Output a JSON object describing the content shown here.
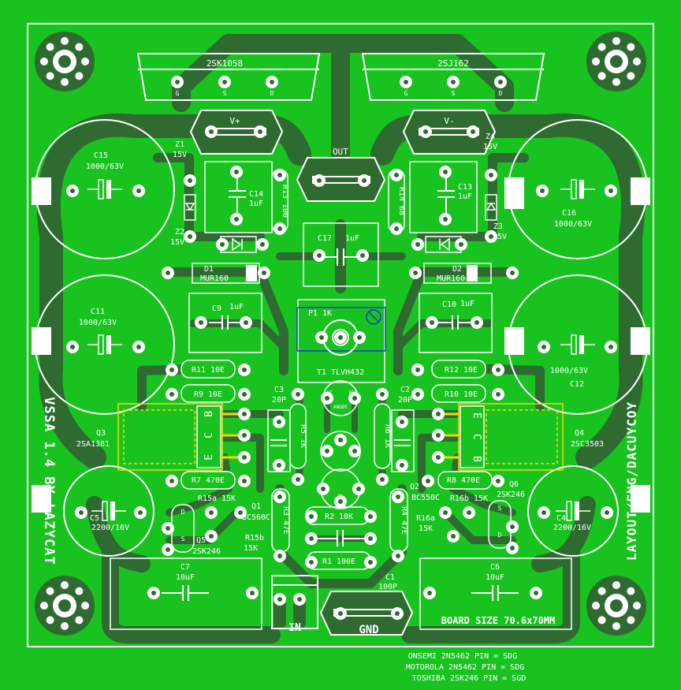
{
  "colors": {
    "board": "#18c21f",
    "trace": "#2f6b31",
    "silk": "#ffffff",
    "overlay": "#e8e000",
    "highlight": "#1a3cc8"
  },
  "mosfets": {
    "left": "2SK1058",
    "right": "2SJ162",
    "left_pins": [
      "G",
      "S",
      "D"
    ],
    "right_pins": [
      "G",
      "S",
      "D"
    ]
  },
  "terminals": {
    "vplus": "V+",
    "vminus": "V-",
    "out": "OUT",
    "in": "IN",
    "gnd": "GND"
  },
  "caps": {
    "c15": {
      "ref": "C15",
      "val": "1000/63V"
    },
    "c16": {
      "ref": "C16",
      "val": "1000/63V"
    },
    "c11": {
      "ref": "C11",
      "val": "1000/63V"
    },
    "c12": {
      "ref": "C12",
      "val": "1000/63V"
    },
    "c5": {
      "ref": "C5",
      "val": "2200/16V"
    },
    "c4": {
      "ref": "C4",
      "val": "2200/16V"
    },
    "c14": {
      "ref": "C14",
      "val": "1uF"
    },
    "c13": {
      "ref": "C13",
      "val": "1uF"
    },
    "c17": {
      "ref": "C17",
      "val": "1uF"
    },
    "c9": {
      "ref": "C9",
      "val": "1uF"
    },
    "c10": {
      "ref": "C10",
      "val": "1uF"
    },
    "c3": {
      "ref": "C3",
      "val": "20P"
    },
    "c2": {
      "ref": "C2",
      "val": "20P"
    },
    "c7": {
      "ref": "C7",
      "val": "10uF"
    },
    "c6": {
      "ref": "C6",
      "val": "10uF"
    },
    "c1": {
      "ref": "C1",
      "val": "100P"
    }
  },
  "zeners": {
    "z1": {
      "ref": "Z1",
      "val": "15V"
    },
    "z2": {
      "ref": "Z2",
      "val": "15V"
    },
    "z3": {
      "ref": "Z3",
      "val": "15V"
    },
    "z4": {
      "ref": "Z4",
      "val": "15V"
    }
  },
  "diodes": {
    "d1": {
      "ref": "D1",
      "val": "MUR160"
    },
    "d2": {
      "ref": "D2",
      "val": "MUR160"
    }
  },
  "resistors": {
    "r13": "R13 100",
    "r14": "R14 68",
    "r11": "R11 10E",
    "r9": "R9 10E",
    "r12": "R12 10E",
    "r10": "R10 10E",
    "r5": "R5 1K",
    "r6": "R6 1K",
    "r7": "R7 470E",
    "r8": "R8 470E",
    "r15a": "R15a 15K",
    "r15b": "R15b",
    "r15b_val": "15K",
    "r16b": "R16b 15K",
    "r16a": "R16a",
    "r16a_val": "15K",
    "r3": "R3 47E",
    "r4": "R4 47E",
    "r2": "R2 10K",
    "r1": "R1 100E"
  },
  "transistors": {
    "q3": {
      "ref": "Q3",
      "val": "2SA1381"
    },
    "q4": {
      "ref": "Q4",
      "val": "2SC3503"
    },
    "q1": {
      "ref": "Q1",
      "val": "BC560C"
    },
    "q2": {
      "ref": "Q2",
      "val": "BC550C"
    },
    "q5": {
      "ref": "Q5",
      "val": "2SK246"
    },
    "q6": {
      "ref": "Q6",
      "val": "2SK246"
    }
  },
  "trimmer": {
    "p1": "P1 1K",
    "t1": "T1 TLVH432",
    "cat": "CAT",
    "ref": "REF",
    "anode": "ANODE"
  },
  "pin_letters": {
    "e": "E",
    "c": "C",
    "b": "B",
    "g": "G",
    "d": "D",
    "s": "S"
  },
  "side_left": "VSSA 1.4 BY LAZYCAT",
  "side_right": "LAYOUT/ENG/DACUYCOY",
  "board_size": "BOARD SIZE 70.6x70MM",
  "notes": [
    "ONSEMI 2N5462 PIN = SDG",
    "MOTOROLA 2N5462 PIN = SDG",
    "TOSHIBA 2SK246 PIN = SGD"
  ]
}
